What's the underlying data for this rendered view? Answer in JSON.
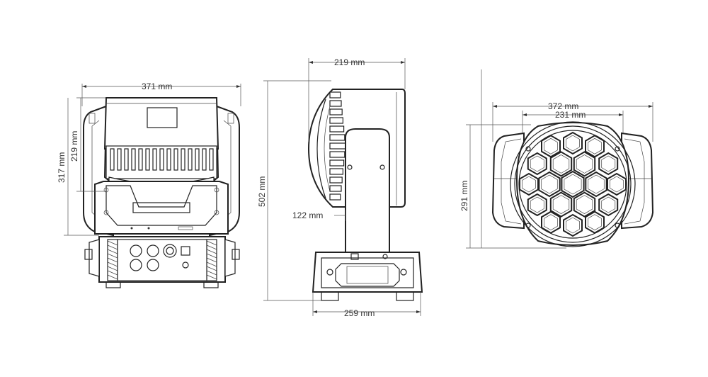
{
  "dimensions": {
    "front_width": "371 mm",
    "front_body_height": "219 mm",
    "front_total_height": "317 mm",
    "side_depth": "219 mm",
    "side_height": "502 mm",
    "side_arm": "122 mm",
    "side_base": "259 mm",
    "lens_outer": "372 mm",
    "lens_inner": "231 mm",
    "lens_height": "291 mm"
  },
  "colors": {
    "line": "#222222",
    "text": "#333333",
    "background": "#ffffff"
  }
}
